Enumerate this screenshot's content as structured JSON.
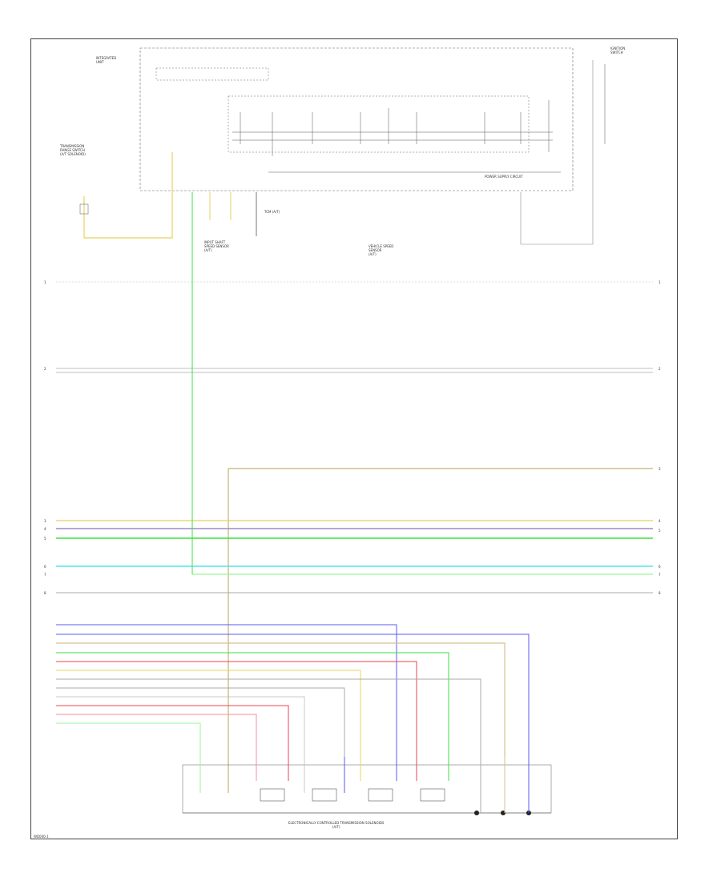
{
  "diagram": {
    "page_number": "1",
    "footer_code": "WD000-1",
    "top_left_component": "INTEGRATED\nUNIT",
    "top_right_component": "IGNITION\nSWITCH",
    "power_supply_circuit_label": "POWER SUPPLY CIRCUIT",
    "bottom_component_label": "ELECTRONICALLY CONTROLLED TRANSMISSION SOLENOIDS\n(A/T)",
    "left_sensor_label": "TRANSMISSION\nRANGE SWITCH\n(A/T SOLENOID)",
    "center_sensor_label": "INPUT SHAFT\nSPEED SENSOR\n(A/T)",
    "right_sensor_label": "VEHICLE SPEED\nSENSOR\n(A/T)",
    "tcm_label": "TCM (A/T)",
    "bus_labels_left": [
      "1",
      "2",
      "3",
      "4",
      "5",
      "6",
      "7",
      "8"
    ],
    "bus_labels_right": [
      "1",
      "2",
      "3",
      "4",
      "5",
      "6",
      "7",
      "8"
    ],
    "wire_colors": {
      "yellow": "#e8d060",
      "green": "#3de13d",
      "light_green": "#9af59a",
      "cyan": "#50e6f0",
      "purple": "#a088c8",
      "gray": "#b0b0b0",
      "blue": "#5a5af5",
      "red": "#f04050",
      "pink": "#f58fa0",
      "tan": "#d8c090",
      "olive": "#c8b070",
      "black": "#333333"
    },
    "colors": {
      "border": "#444444",
      "text": "#333333",
      "ground": "#222222"
    }
  }
}
